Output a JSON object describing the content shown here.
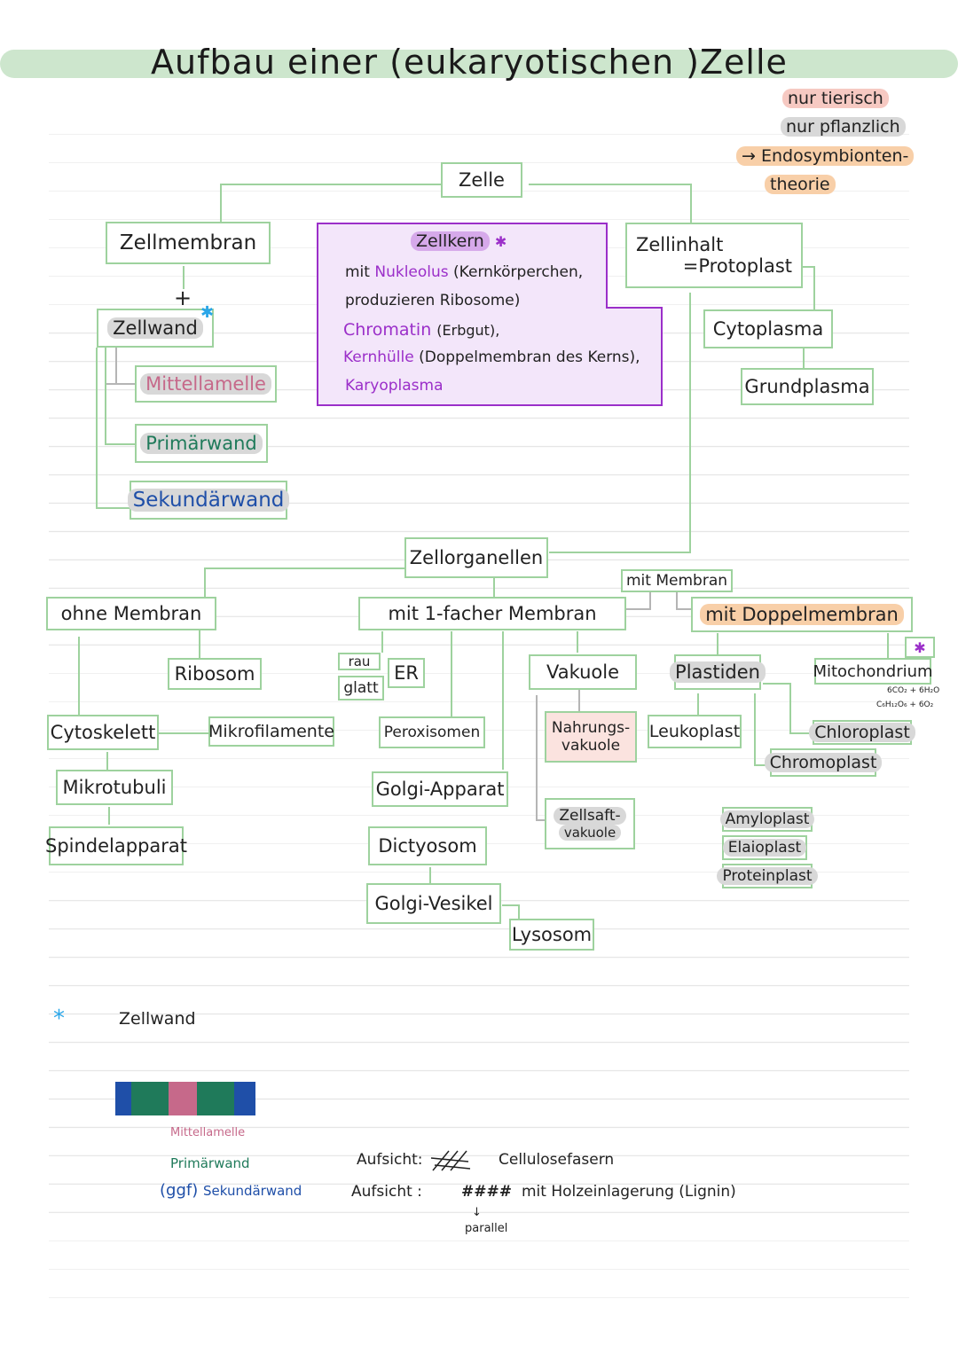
{
  "title": "Aufbau einer (eukaryotischen )Zelle",
  "legend": {
    "animal": "nur tierisch",
    "plant": "nur pflanzlich",
    "endo1": "→ Endosymbionten-",
    "endo2": "theorie"
  },
  "nodes": {
    "zelle": "Zelle",
    "zellmembran": "Zellmembran",
    "plus": "+",
    "zellwand": "Zellwand",
    "mittellamelle": "Mittellamelle",
    "primaerwand": "Primärwand",
    "sekundaerwand": "Sekundärwand",
    "zellinhalt1": "Zellinhalt",
    "zellinhalt2": "=Protoplast",
    "cytoplasma": "Cytoplasma",
    "grundplasma": "Grundplasma",
    "zellorganellen": "Zellorganellen",
    "mit_membran": "mit Membran",
    "ohne_membran": "ohne Membran",
    "einfache_membran": "mit 1-facher Membran",
    "doppelmembran": "mit Doppelmembran",
    "ribosom": "Ribosom",
    "cytoskelett": "Cytoskelett",
    "mikrofilamente": "Mikrofilamente",
    "mikrotubuli": "Mikrotubuli",
    "spindelapparat": "Spindelapparat",
    "rau": "rau",
    "glatt": "glatt",
    "er": "ER",
    "peroxisomen": "Peroxisomen",
    "golgi_apparat": "Golgi-Apparat",
    "dictyosom": "Dictyosom",
    "golgi_vesikel": "Golgi-Vesikel",
    "lysosom": "Lysosom",
    "vakuole": "Vakuole",
    "nahrungsvakuole1": "Nahrungs-",
    "nahrungsvakuole2": "vakuole",
    "zellsaftvakuole1": "Zellsaft-",
    "zellsaftvakuole2": "vakuole",
    "plastiden": "Plastiden",
    "leukoplast": "Leukoplast",
    "chloroplast": "Chloroplast",
    "chromoplast": "Chromoplast",
    "amyloplast": "Amyloplast",
    "elaioplast": "Elaioplast",
    "proteinplast": "Proteinplast",
    "mitochondrium": "Mitochondrium",
    "formula1": "6CO₂ + 6H₂O",
    "formula2": "C₆H₁₂O₆ + 6O₂"
  },
  "zellkern": {
    "title": "Zellkern",
    "line1a": "mit",
    "line1b": "Nukleolus",
    "line1c": "(Kernkörperchen,",
    "line2": "produzieren Ribosome)",
    "line3a": "Chromatin",
    "line3b": "(Erbgut),",
    "line4a": "Kernhülle",
    "line4b": "(Doppelmembran des Kerns),",
    "line5": "Karyoplasma"
  },
  "footnote": {
    "star": "*",
    "label": "Zellwand",
    "mittellamelle": "Mittellamelle",
    "primaerwand": "Primärwand",
    "sekundaerwand_prefix": "(ggf)",
    "sekundaerwand": "Sekundärwand",
    "aufsicht1": "Aufsicht:",
    "aufsicht1_desc": "Cellulosefasern",
    "aufsicht2": "Aufsicht :",
    "aufsicht2_desc": "mit Holzeinlagerung (Lignin)",
    "hash": "####",
    "arrow": "↓",
    "parallel": "parallel"
  },
  "colors": {
    "box_border": "#9ed29e",
    "title_band": "#cde6cd",
    "nucleus_border": "#9b2fc9",
    "nucleus_fill": "#f3e6fa",
    "mittellamelle": "#c6698a",
    "primaerwand": "#1f7a5a",
    "sekundaerwand": "#1f4fa8",
    "star": "#2aa6e8"
  }
}
